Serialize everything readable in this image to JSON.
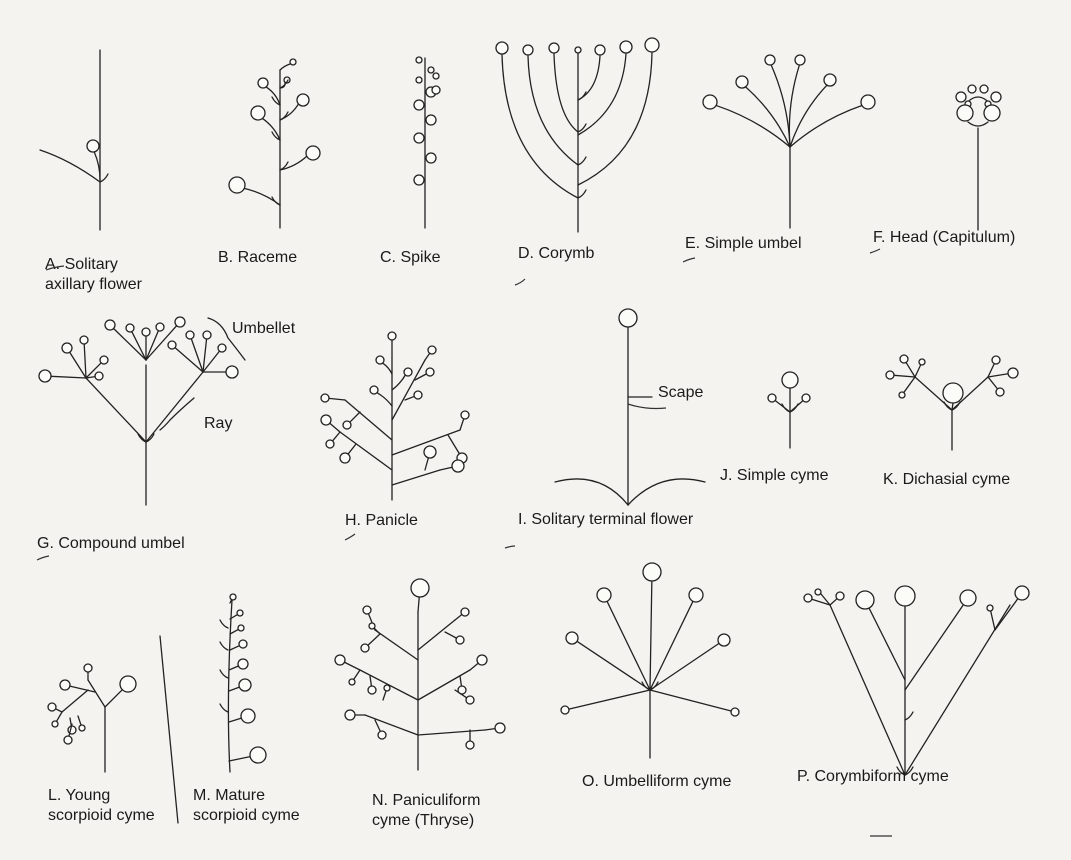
{
  "labels": {
    "A": [
      "A. Solitary",
      "axillary flower"
    ],
    "B": [
      "B. Raceme"
    ],
    "C": [
      "C. Spike"
    ],
    "D": [
      "D. Corymb"
    ],
    "E": [
      "E. Simple umbel"
    ],
    "F": [
      "F. Head (Capitulum)"
    ],
    "G": [
      "G. Compound umbel"
    ],
    "H": [
      "H. Panicle"
    ],
    "I": [
      "I. Solitary terminal flower"
    ],
    "J": [
      "J. Simple cyme"
    ],
    "K": [
      "K. Dichasial cyme"
    ],
    "L": [
      "L. Young",
      "scorpioid cyme"
    ],
    "M": [
      "M. Mature",
      "scorpioid cyme"
    ],
    "N": [
      "N. Paniculiform",
      "cyme (Thryse)"
    ],
    "O": [
      "O. Umbelliform cyme"
    ],
    "P": [
      "P. Corymbiform cyme"
    ]
  },
  "annotations": {
    "umbellet": "Umbellet",
    "ray": "Ray",
    "scape": "Scape"
  }
}
